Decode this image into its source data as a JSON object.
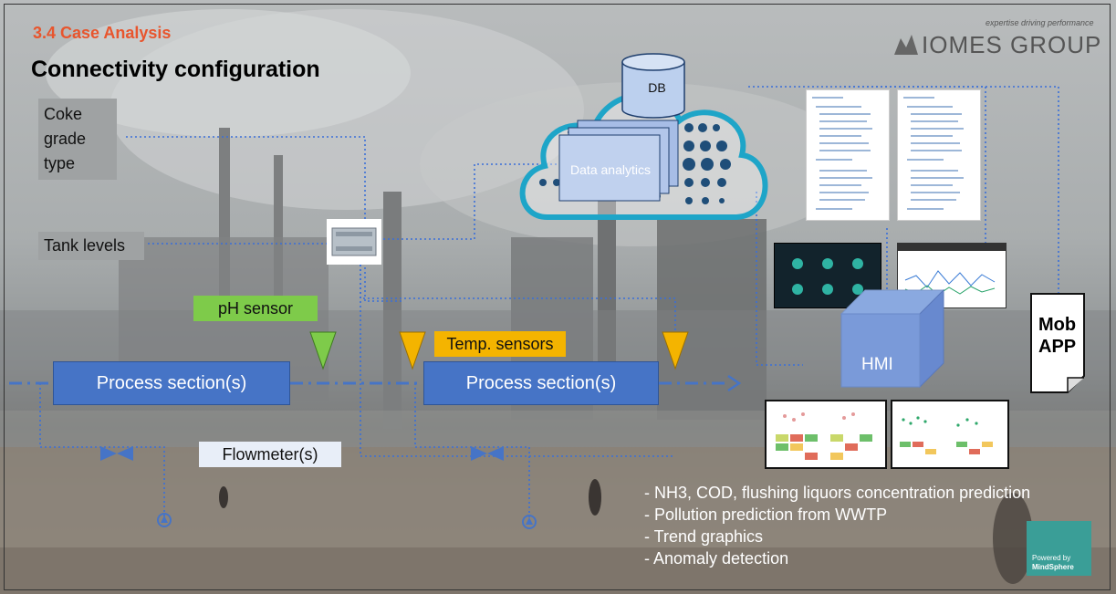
{
  "header": {
    "section": "3.4 Case Analysis",
    "title": "Connectivity configuration"
  },
  "logo": {
    "tagline": "expertise driving performance",
    "name": "IOMES GROUP"
  },
  "inputs": {
    "coke_grade": "Coke\ngrade\ntype",
    "tank_levels": "Tank levels"
  },
  "sensors": {
    "ph": "pH sensor",
    "temp": "Temp. sensors",
    "flow": "Flowmeter(s)"
  },
  "process": {
    "left": "Process section(s)",
    "right": "Process section(s)"
  },
  "cloud": {
    "db": "DB",
    "analytics": "Data analytics"
  },
  "hmi": "HMI",
  "mob_app": {
    "line1": "Mob",
    "line2": "APP"
  },
  "notes": [
    "- NH3, COD, flushing liquors concentration prediction",
    "- Pollution prediction from WWTP",
    "- Trend graphics",
    "- Anomaly detection"
  ],
  "badge": {
    "line1": "Powered by",
    "line2": "MindSphere"
  },
  "colors": {
    "accent": "#e8552d",
    "process": "#4674c6",
    "ph": "#7ecb4a",
    "temp": "#f4b400",
    "line": "#3a6fd8",
    "cloud_border": "#1ea5c8",
    "mindsphere": "#3a9e97"
  }
}
